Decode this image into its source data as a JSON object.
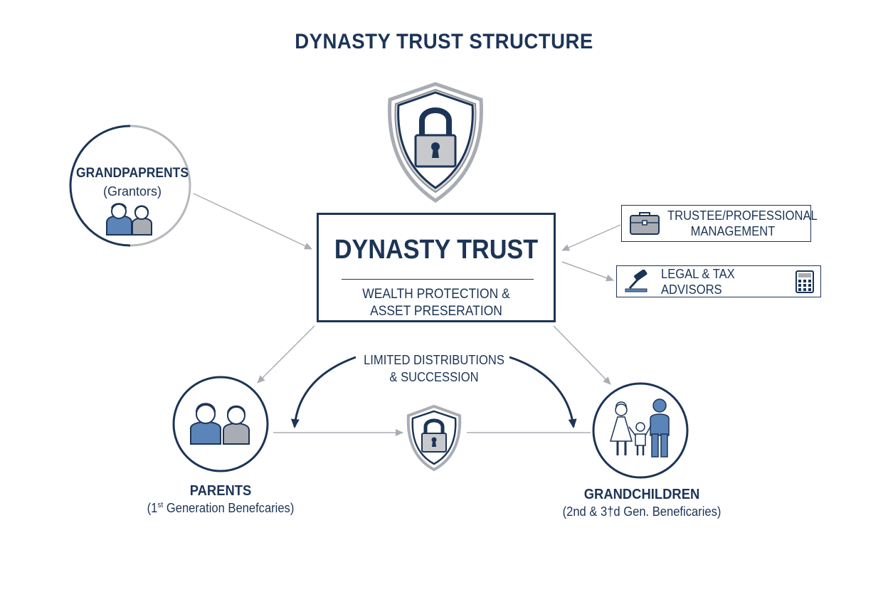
{
  "title": "DYNASTY TRUST STRUCTURE",
  "grandparents": {
    "name": "GRANDPAPRENTS",
    "role": "(Grantors)"
  },
  "trust": {
    "name": "DYNASTY TRUST",
    "line1": "WEALTH PROTECTION &",
    "line2": "ASSET PRESERATION"
  },
  "trustee": {
    "line1": "TRUSTEE/PROFESSIONAL",
    "line2": "MANAGEMENT"
  },
  "advisors": {
    "label": "LEGAL & TAX ADVISORS"
  },
  "distributions": {
    "line1": "LIMITED DISTRIBUTIONS",
    "line2": "& SUCCESSION"
  },
  "parents": {
    "name": "PARENTS",
    "sub_prefix": "(1",
    "sub_sup": "st",
    "sub_rest": " Generation Benefcaries)"
  },
  "grandchildren": {
    "name": "GRANDCHILDREN",
    "sub": "(2nd & 3†d Gen. Beneficaries)"
  },
  "colors": {
    "navy": "#1c3456",
    "blue": "#5b84b8",
    "gray": "#a9adb3",
    "light_gray": "#c7c9cc"
  },
  "icons": [
    "shield-lock-icon",
    "grandparents-couple-icon",
    "briefcase-icon",
    "gavel-icon",
    "calculator-icon",
    "parents-couple-icon",
    "family-icon"
  ]
}
